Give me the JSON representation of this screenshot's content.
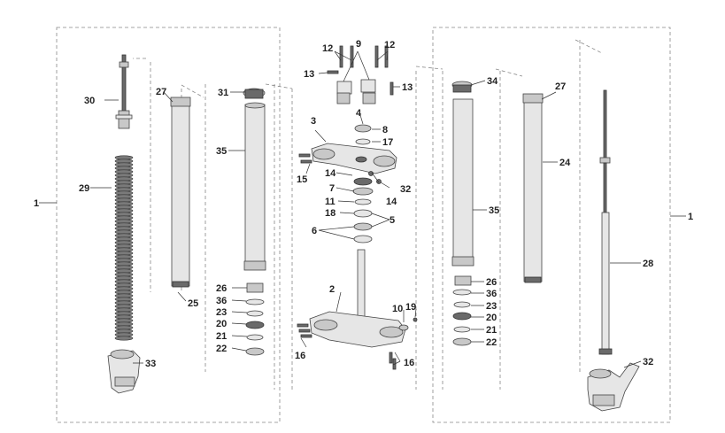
{
  "callouts": [
    {
      "id": "c1l",
      "text": "1"
    },
    {
      "id": "c1r",
      "text": "1"
    },
    {
      "id": "c2",
      "text": "2"
    },
    {
      "id": "c3",
      "text": "3"
    },
    {
      "id": "c4",
      "text": "4"
    },
    {
      "id": "c5",
      "text": "5"
    },
    {
      "id": "c6",
      "text": "6"
    },
    {
      "id": "c7",
      "text": "7"
    },
    {
      "id": "c8",
      "text": "8"
    },
    {
      "id": "c9",
      "text": "9"
    },
    {
      "id": "c10",
      "text": "10"
    },
    {
      "id": "c11",
      "text": "11"
    },
    {
      "id": "c12a",
      "text": "12"
    },
    {
      "id": "c12b",
      "text": "12"
    },
    {
      "id": "c13a",
      "text": "13"
    },
    {
      "id": "c13b",
      "text": "13"
    },
    {
      "id": "c14a",
      "text": "14"
    },
    {
      "id": "c14b",
      "text": "14"
    },
    {
      "id": "c15",
      "text": "15"
    },
    {
      "id": "c16a",
      "text": "16"
    },
    {
      "id": "c16b",
      "text": "16"
    },
    {
      "id": "c17",
      "text": "17"
    },
    {
      "id": "c18",
      "text": "18"
    },
    {
      "id": "c19",
      "text": "19"
    },
    {
      "id": "c20a",
      "text": "20"
    },
    {
      "id": "c20b",
      "text": "20"
    },
    {
      "id": "c21a",
      "text": "21"
    },
    {
      "id": "c21b",
      "text": "21"
    },
    {
      "id": "c22a",
      "text": "22"
    },
    {
      "id": "c22b",
      "text": "22"
    },
    {
      "id": "c23a",
      "text": "23"
    },
    {
      "id": "c23b",
      "text": "23"
    },
    {
      "id": "c24",
      "text": "24"
    },
    {
      "id": "c25",
      "text": "25"
    },
    {
      "id": "c26a",
      "text": "26"
    },
    {
      "id": "c26b",
      "text": "26"
    },
    {
      "id": "c27a",
      "text": "27"
    },
    {
      "id": "c27b",
      "text": "27"
    },
    {
      "id": "c28",
      "text": "28"
    },
    {
      "id": "c29",
      "text": "29"
    },
    {
      "id": "c30",
      "text": "30"
    },
    {
      "id": "c31",
      "text": "31"
    },
    {
      "id": "c32a",
      "text": "32"
    },
    {
      "id": "c32b",
      "text": "32"
    },
    {
      "id": "c33",
      "text": "33"
    },
    {
      "id": "c34",
      "text": "34"
    },
    {
      "id": "c35a",
      "text": "35"
    },
    {
      "id": "c35b",
      "text": "35"
    },
    {
      "id": "c36a",
      "text": "36"
    },
    {
      "id": "c36b",
      "text": "36"
    }
  ]
}
